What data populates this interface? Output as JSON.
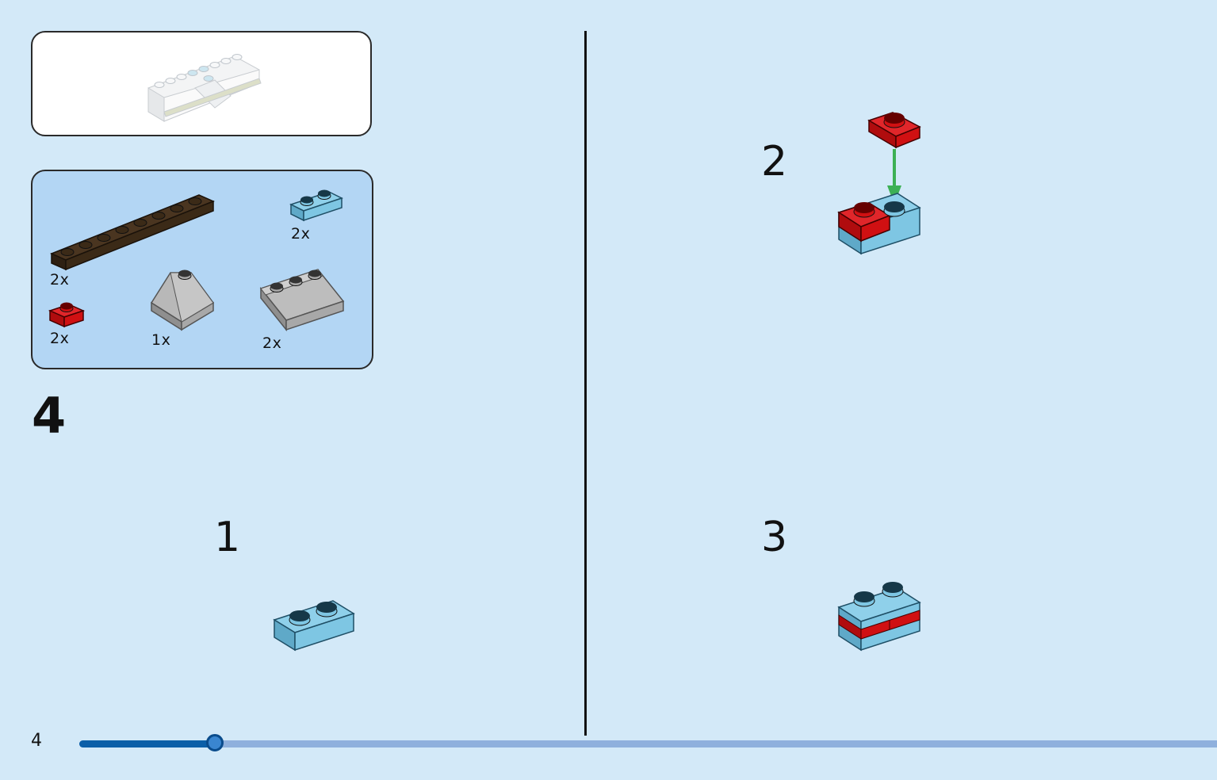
{
  "page": {
    "number": "4",
    "progress_percent": 11.9
  },
  "model_preview": {
    "icon": "assembled-model-icon"
  },
  "parts_list": {
    "items": [
      {
        "icon": "brown-1x8-plate-icon",
        "qty": "2x",
        "color": "#3b2a17"
      },
      {
        "icon": "light-blue-1x2-plate-icon",
        "qty": "2x",
        "color": "#7ec6e3"
      },
      {
        "icon": "red-1x1-plate-icon",
        "qty": "2x",
        "color": "#d01012"
      },
      {
        "icon": "grey-slope-inverted-icon",
        "qty": "1x",
        "color": "#a8a8a8"
      },
      {
        "icon": "grey-1x3-slope-icon",
        "qty": "2x",
        "color": "#a8a8a8"
      }
    ]
  },
  "major_step": "4",
  "steps": [
    {
      "number": "1",
      "icon": "light-blue-1x2-plate-icon"
    },
    {
      "number": "2",
      "icon": "red-plate-on-blue-plate-icon",
      "arrow_color": "#3cb054"
    },
    {
      "number": "3",
      "icon": "stacked-blue-red-plates-icon"
    }
  ]
}
